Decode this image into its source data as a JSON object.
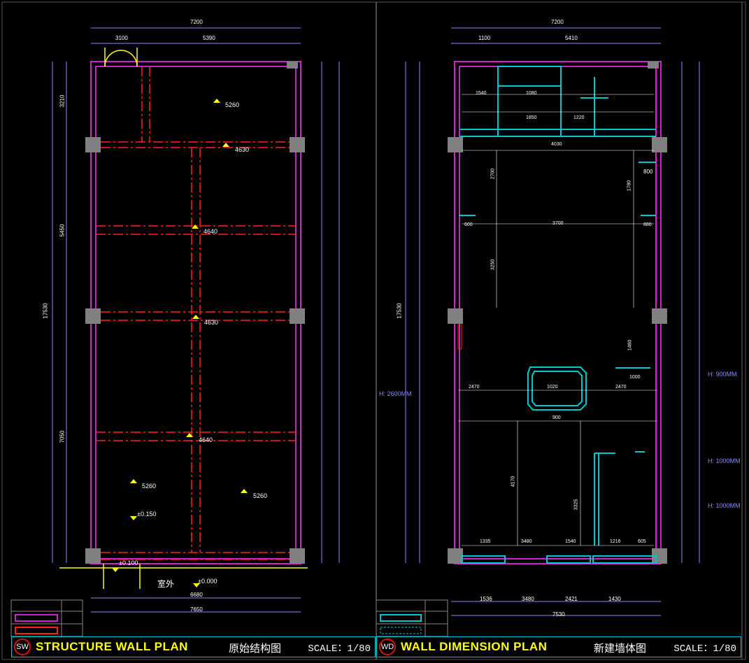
{
  "left_panel": {
    "badge": "SW",
    "title_en": "STRUCTURE WALL PLAN",
    "title_cn": "原始结构图",
    "scale": "SCALE：1/80",
    "overall_width": "7200",
    "overall_height": "17530",
    "top_dims": [
      "3100",
      "5390"
    ],
    "left_dims": [
      "3210",
      "5450",
      "7050"
    ],
    "bottom_dims": [
      "6680",
      "7650"
    ],
    "levels": [
      "5260",
      "4630",
      "4640",
      "4630",
      "4640",
      "5260",
      "5260",
      "±0.150",
      "±0.100",
      "±0.000"
    ],
    "outdoor_label": "室外"
  },
  "right_panel": {
    "badge": "WD",
    "title_en": "WALL DIMENSION PLAN",
    "title_cn": "新建墙体图",
    "scale": "SCALE：1/80",
    "overall_width": "7200",
    "overall_height": "17530",
    "top_dims": [
      "1100",
      "5410"
    ],
    "dims": [
      "1540",
      "1080",
      "1850",
      "1220",
      "4030",
      "800",
      "2700",
      "1780",
      "600",
      "3700",
      "880",
      "3250",
      "1460",
      "2470",
      "1020",
      "2470",
      "900",
      "1000",
      "3480",
      "1540",
      "4170",
      "3325",
      "1216",
      "605",
      "1335"
    ],
    "notes": [
      "H: 2600MM",
      "H: 900MM",
      "H: 1000MM",
      "H: 1000MM"
    ],
    "bottom_dims": [
      "1536",
      "3480",
      "2421",
      "1430",
      "7530"
    ]
  },
  "colors": {
    "background": "#000000",
    "original_wall": "#d020d0",
    "structure_beam": "#ff2020",
    "dimension": "#ffffff",
    "title_en": "#ffff00",
    "new_wall": "#00c8d0",
    "column": "#808080"
  }
}
